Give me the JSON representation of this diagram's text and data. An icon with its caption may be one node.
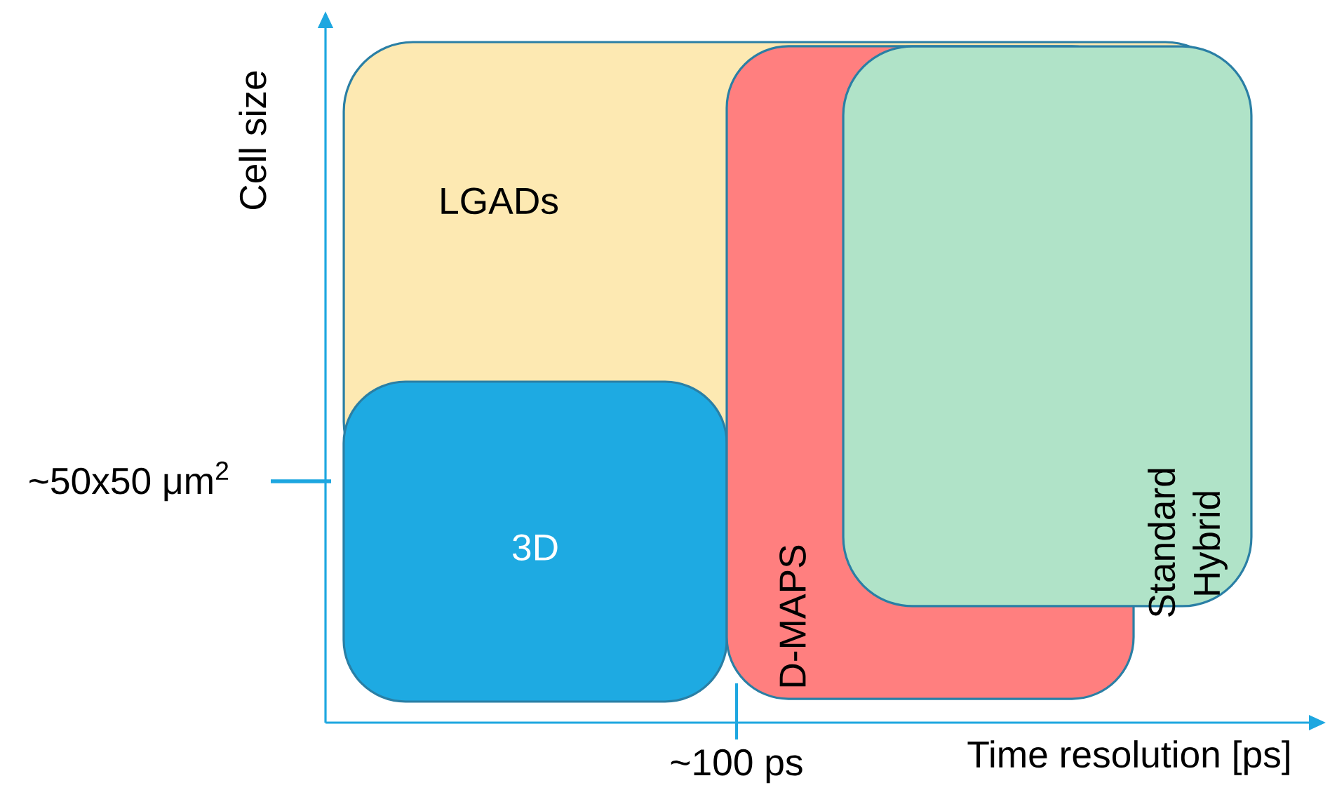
{
  "diagram": {
    "nodes": [
      {
        "text": [
          "LGADs"
        ]
      },
      {
        "text": [
          "3D"
        ]
      },
      {
        "text": [
          "D-MAPS"
        ]
      },
      {
        "text": [
          "Standard Hybrid"
        ]
      }
    ],
    "edges": [],
    "labels": [
      "Cell size",
      "~50x50 μm$^{2}$",
      "~100 ps",
      "Time resolution [ps]"
    ]
  }
}
